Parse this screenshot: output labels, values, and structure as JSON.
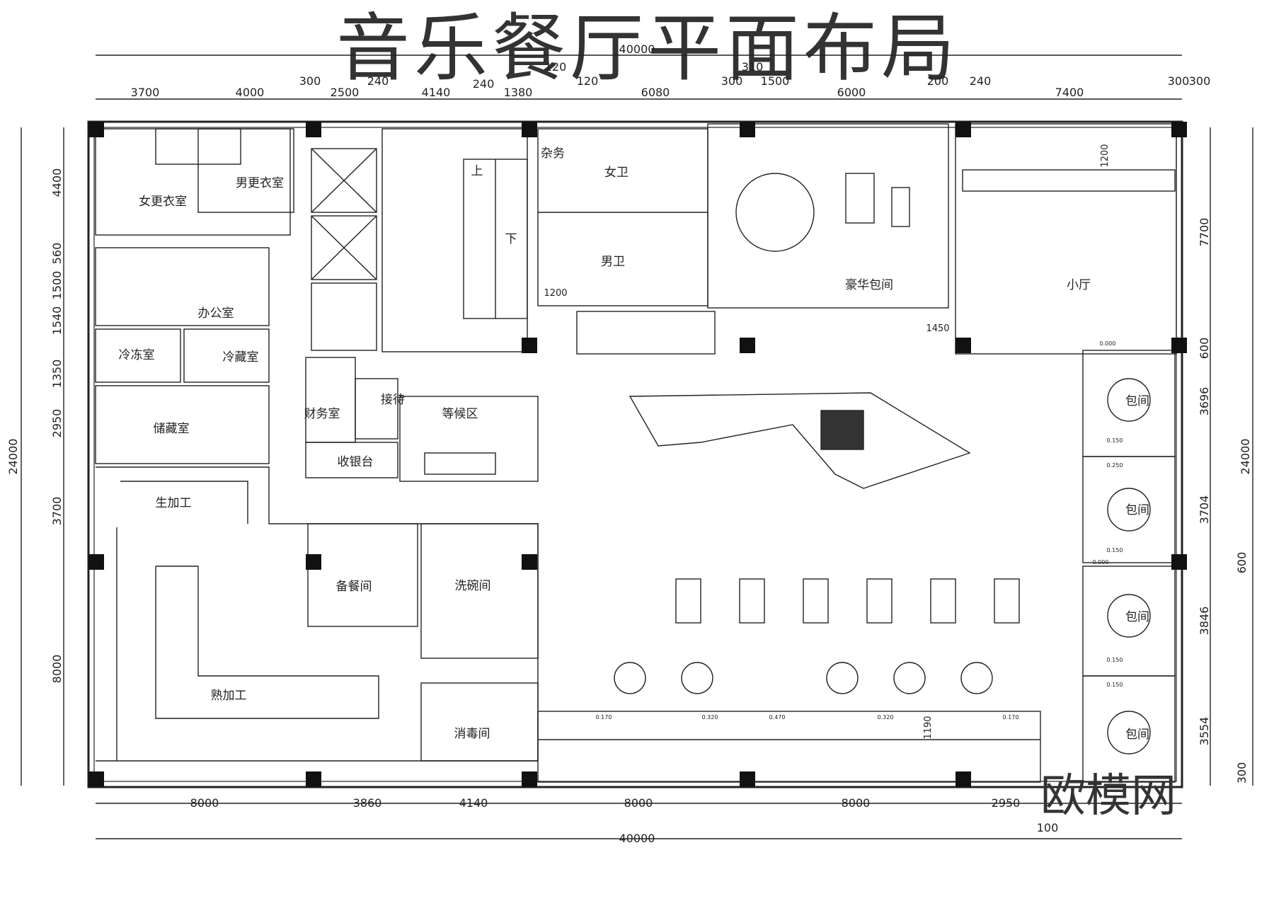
{
  "title": "音乐餐厅平面布局",
  "brand": "欧模网",
  "rooms": {
    "female_locker": "女更衣室",
    "male_locker": "男更衣室",
    "office": "办公室",
    "freezer": "冷冻室",
    "cold_storage": "冷藏室",
    "storage": "储藏室",
    "raw_processing": "生加工",
    "cooked_processing": "熟加工",
    "prep": "备餐间",
    "dishwashing": "洗碗间",
    "disinfection": "消毒间",
    "finance": "财务室",
    "reception": "接待",
    "cashier": "收银台",
    "waiting": "等候区",
    "misc": "杂务",
    "female_wc": "女卫",
    "male_wc": "男卫",
    "luxury_room": "豪华包间",
    "small_hall": "小厅",
    "private_room": "包间",
    "stair_up": "上",
    "stair_down": "下"
  },
  "dims": {
    "top_total": "40000",
    "top_mid": [
      "120",
      "310",
      "300"
    ],
    "top_row": [
      "3700",
      "4000",
      "300",
      "2500",
      "240",
      "4140",
      "240",
      "1380",
      "120",
      "6080",
      "300",
      "1500",
      "6000",
      "200",
      "240",
      "7400",
      "300"
    ],
    "bottom_row": [
      "8000",
      "3860",
      "4140",
      "8000",
      "8000",
      "2950",
      "100"
    ],
    "bottom_total": "40000",
    "left_total": "24000",
    "left_col": [
      "4400",
      "560",
      "1500",
      "1540",
      "1350",
      "2950",
      "3700",
      "8000"
    ],
    "right_total": "24000",
    "right_col": [
      "7700",
      "600",
      "3696",
      "3704",
      "600",
      "3846",
      "3554",
      "300"
    ],
    "inner": [
      "1200",
      "1200",
      "1450",
      "1190"
    ],
    "small": [
      "0.000",
      "0.150",
      "0.250",
      "0.150",
      "0.000",
      "0.150",
      "0.150",
      "0.170",
      "0.320",
      "0.470",
      "0.320",
      "0.170"
    ]
  }
}
